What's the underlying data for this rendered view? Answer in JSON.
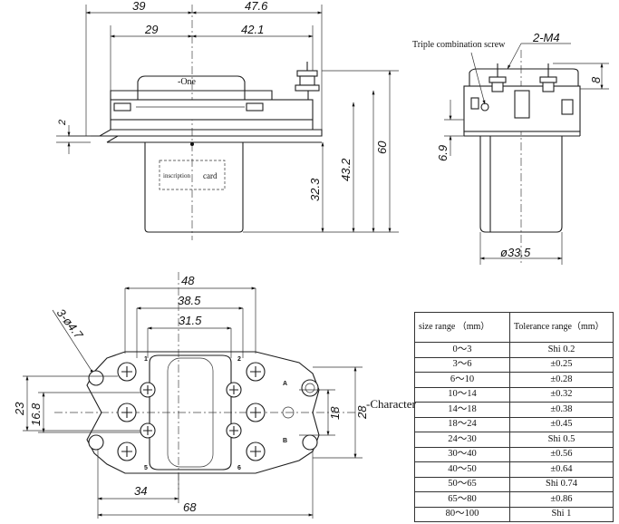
{
  "top_view": {
    "dims": {
      "d39": "39",
      "d47_6": "47.6",
      "d29": "29",
      "d42_1": "42.1",
      "d2": "2",
      "d32_3": "32.3",
      "d43_2": "43.2",
      "d60": "60"
    },
    "label_one": "-One",
    "label_inscription": "inscription",
    "label_card": "card"
  },
  "side_view": {
    "dims": {
      "d2_m4": "2-M4",
      "d8": "8",
      "d6_9": "6.9",
      "dia33_5": "ø33.5"
    },
    "label_screw": "Triple combination screw"
  },
  "bottom_view": {
    "dims": {
      "d48": "48",
      "d38_5": "38.5",
      "d31_5": "31.5",
      "holes": "3-ø4.7",
      "d23": "23",
      "d16_8": "16.8",
      "d18": "18",
      "d28": "28",
      "d34": "34",
      "d68": "68"
    },
    "label_character": "-Character",
    "pins": {
      "p1": "1",
      "p2": "2",
      "p5": "5",
      "p6": "6",
      "pa": "A",
      "pb": "B"
    }
  },
  "tolerance_table": {
    "header_size": "size range （mm）",
    "header_tol": "Tolerance range（mm）",
    "rows": [
      {
        "range": "0～3",
        "tol": "Shi 0.2"
      },
      {
        "range": "3～6",
        "tol": "±0.25"
      },
      {
        "range": "6～10",
        "tol": "±0.28"
      },
      {
        "range": "10～14",
        "tol": "±0.32"
      },
      {
        "range": "14～18",
        "tol": "±0.38"
      },
      {
        "range": "18～24",
        "tol": "±0.45"
      },
      {
        "range": "24～30",
        "tol": "Shi 0.5"
      },
      {
        "range": "30～40",
        "tol": "±0.56"
      },
      {
        "range": "40～50",
        "tol": "±0.64"
      },
      {
        "range": "50～65",
        "tol": "Shi 0.74"
      },
      {
        "range": "65～80",
        "tol": "±0.86"
      },
      {
        "range": "80～100",
        "tol": "Shi 1"
      }
    ]
  }
}
